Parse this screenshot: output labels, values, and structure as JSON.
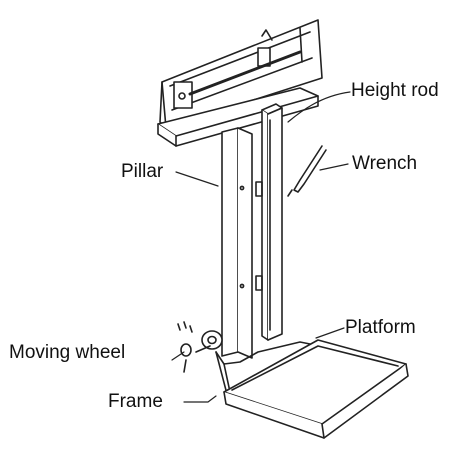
{
  "labels": {
    "height_rod": "Height rod",
    "wrench": "Wrench",
    "pillar": "Pillar",
    "platform": "Platform",
    "moving_wheel": "Moving wheel",
    "frame": "Frame"
  },
  "colors": {
    "line": "#222222",
    "fill": "#ffffff",
    "shade": "#d9d9d9"
  }
}
